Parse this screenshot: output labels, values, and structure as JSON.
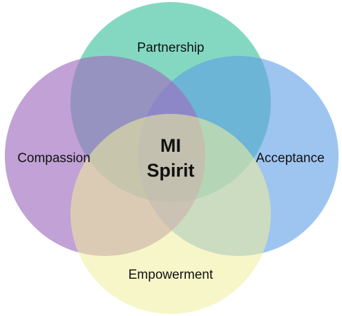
{
  "diagram": {
    "center": {
      "line1": "MI",
      "line2": "Spirit"
    },
    "circles": [
      {
        "id": "partnership",
        "label": "Partnership",
        "color": "#6fd1b6"
      },
      {
        "id": "compassion",
        "label": "Compassion",
        "color": "#a06fc0"
      },
      {
        "id": "acceptance",
        "label": "Acceptance",
        "color": "#5c9ee6"
      },
      {
        "id": "empowerment",
        "label": "Empowerment",
        "color": "#f1ee9a"
      }
    ]
  }
}
